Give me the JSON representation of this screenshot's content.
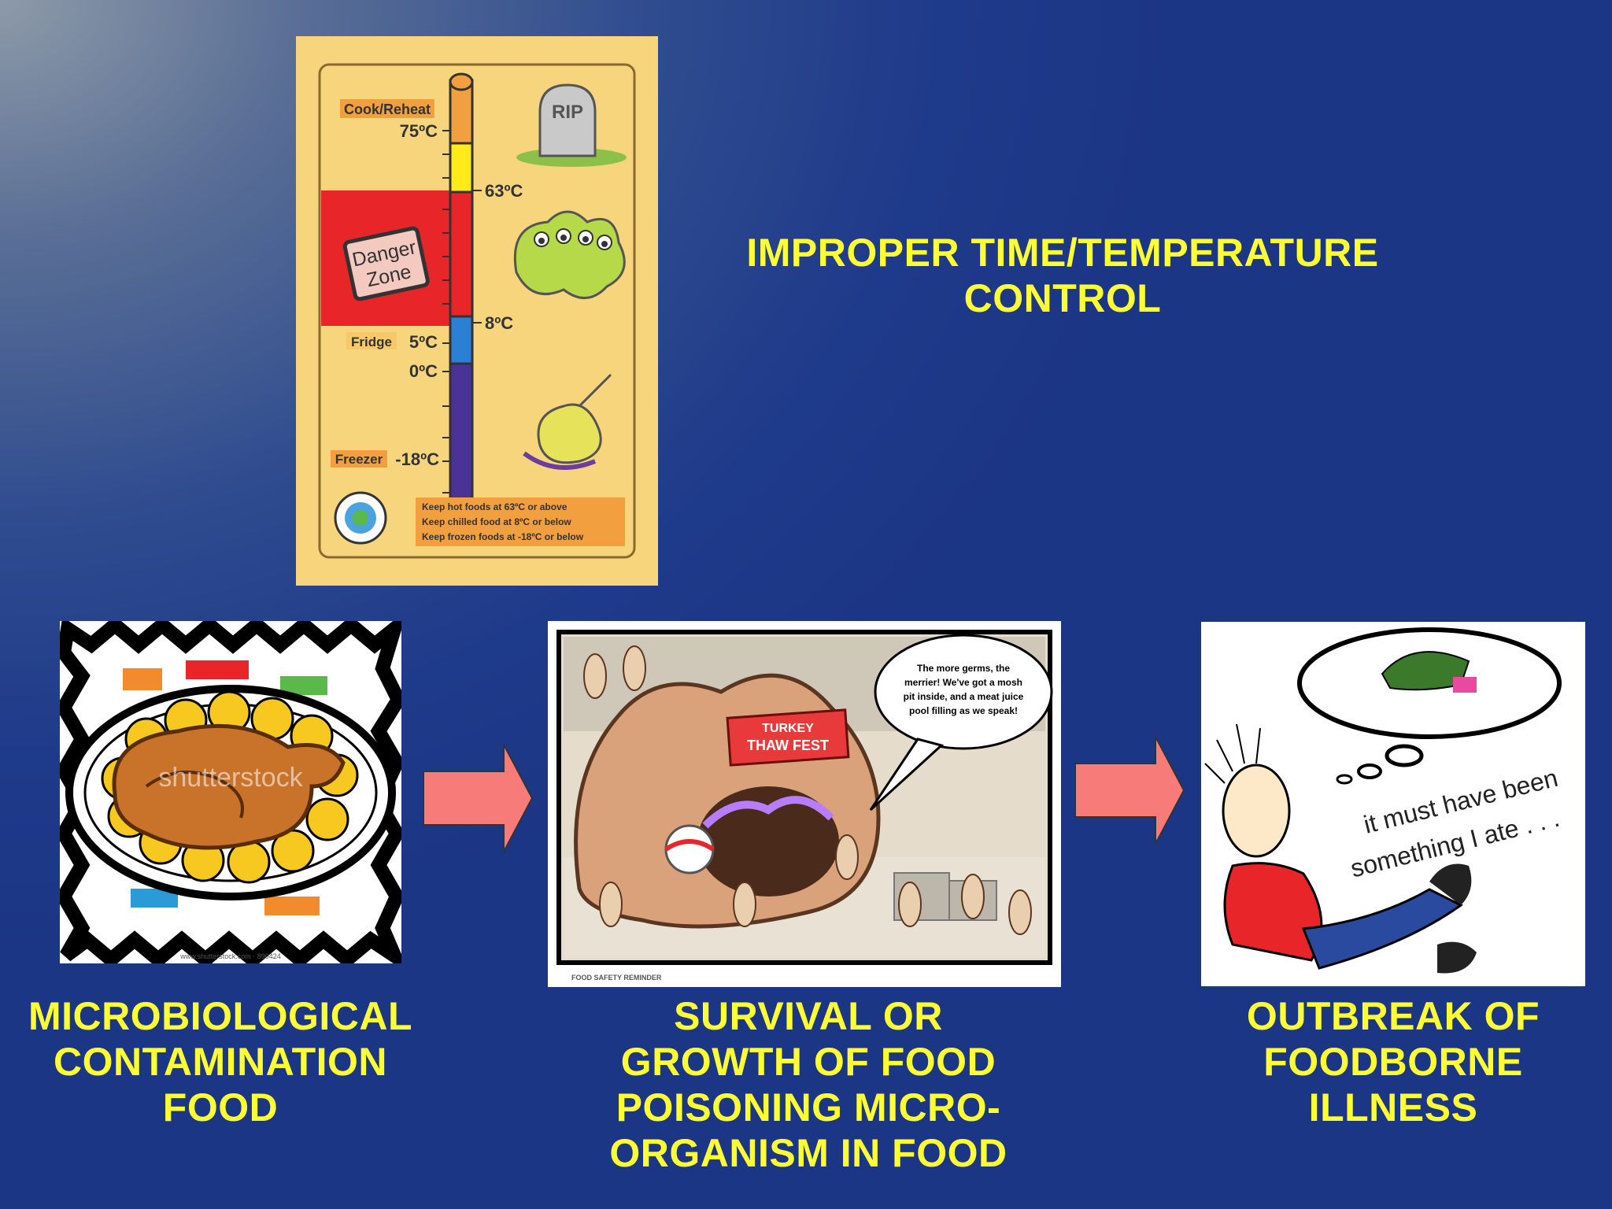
{
  "heading": {
    "line1": "IMPROPER TIME/TEMPERATURE",
    "line2": "CONTROL"
  },
  "thermometer": {
    "cook_label": "Cook/Reheat",
    "t75": "75ºC",
    "t63": "63ºC",
    "danger_line1": "Danger",
    "danger_line2": "Zone",
    "t8": "8ºC",
    "fridge_label": "Fridge",
    "t5": "5ºC",
    "t0": "0ºC",
    "freezer_label": "Freezer",
    "t18": "-18ºC",
    "rip": "RIP",
    "note1": "Keep hot foods at 63ºC or above",
    "note2": "Keep chilled food at 8ºC or below",
    "note3": "Keep frozen foods at -18ºC or below"
  },
  "step1": {
    "line1": "MICROBIOLOGICAL",
    "line2": "CONTAMINATION",
    "line3": "FOOD",
    "watermark": "shutterstock",
    "credit": "www.shutterstock.com · 890424"
  },
  "step2": {
    "line1": "SURVIVAL OR",
    "line2": "GROWTH OF FOOD",
    "line3": "POISONING MICRO-",
    "line4": "ORGANISM IN FOOD",
    "sign_line1": "TURKEY",
    "sign_line2": "THAW FEST",
    "bubble1": "The more germs, the",
    "bubble2": "merrier! We've got a mosh",
    "bubble3": "pit inside, and a meat juice",
    "bubble4": "pool filling as we speak!",
    "footer": "FOOD SAFETY REMINDER"
  },
  "step3": {
    "line1": "OUTBREAK OF",
    "line2": "FOODBORNE",
    "line3": "ILLNESS",
    "caption1": "it must have been",
    "caption2": "something I ate . . ."
  },
  "colors": {
    "label_text": "#ffff33",
    "arrow_fill": "#f77b78",
    "poster_bg": "#f7d57d",
    "danger": "#e8262a"
  }
}
